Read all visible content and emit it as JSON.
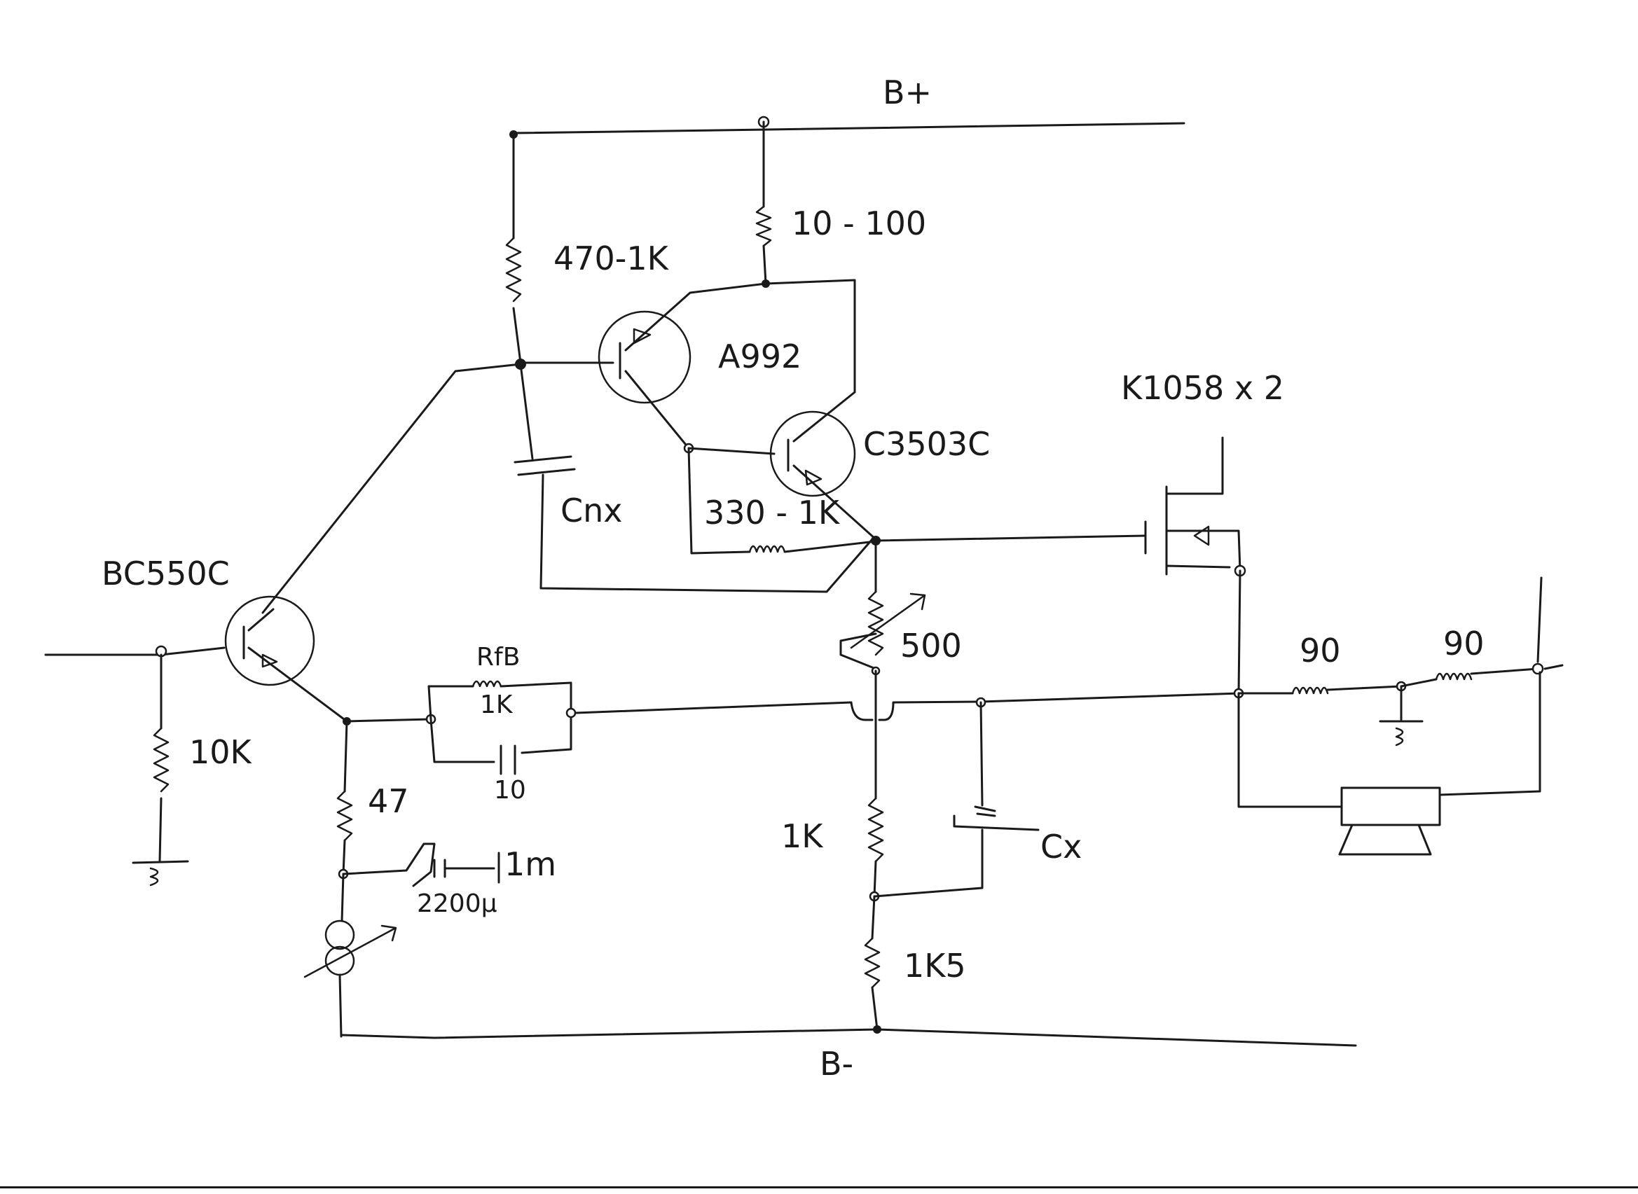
{
  "rails": {
    "positive": "B+",
    "negative": "B-"
  },
  "components": {
    "r_470_1k": "470-1K",
    "r_10_100": "10 - 100",
    "q_a992": "A992",
    "mosfet": "K1058 x 2",
    "q_c3503c": "C3503C",
    "c_miller": "Cnx",
    "r_330_1k": "330 - 1K",
    "q_bc550c": "BC550C",
    "r_fb_label": "RfB",
    "r_fb_value": "1K",
    "c_fb_value": "10",
    "trim_500": "500",
    "r_input": "10K",
    "r_output_1": "90",
    "r_output_2": "90",
    "r_47": "47",
    "c_1m": "1m",
    "c_2200": "2200μ",
    "r_1k": "1K",
    "c_x": "Cx",
    "r_1k5": "1K5"
  }
}
